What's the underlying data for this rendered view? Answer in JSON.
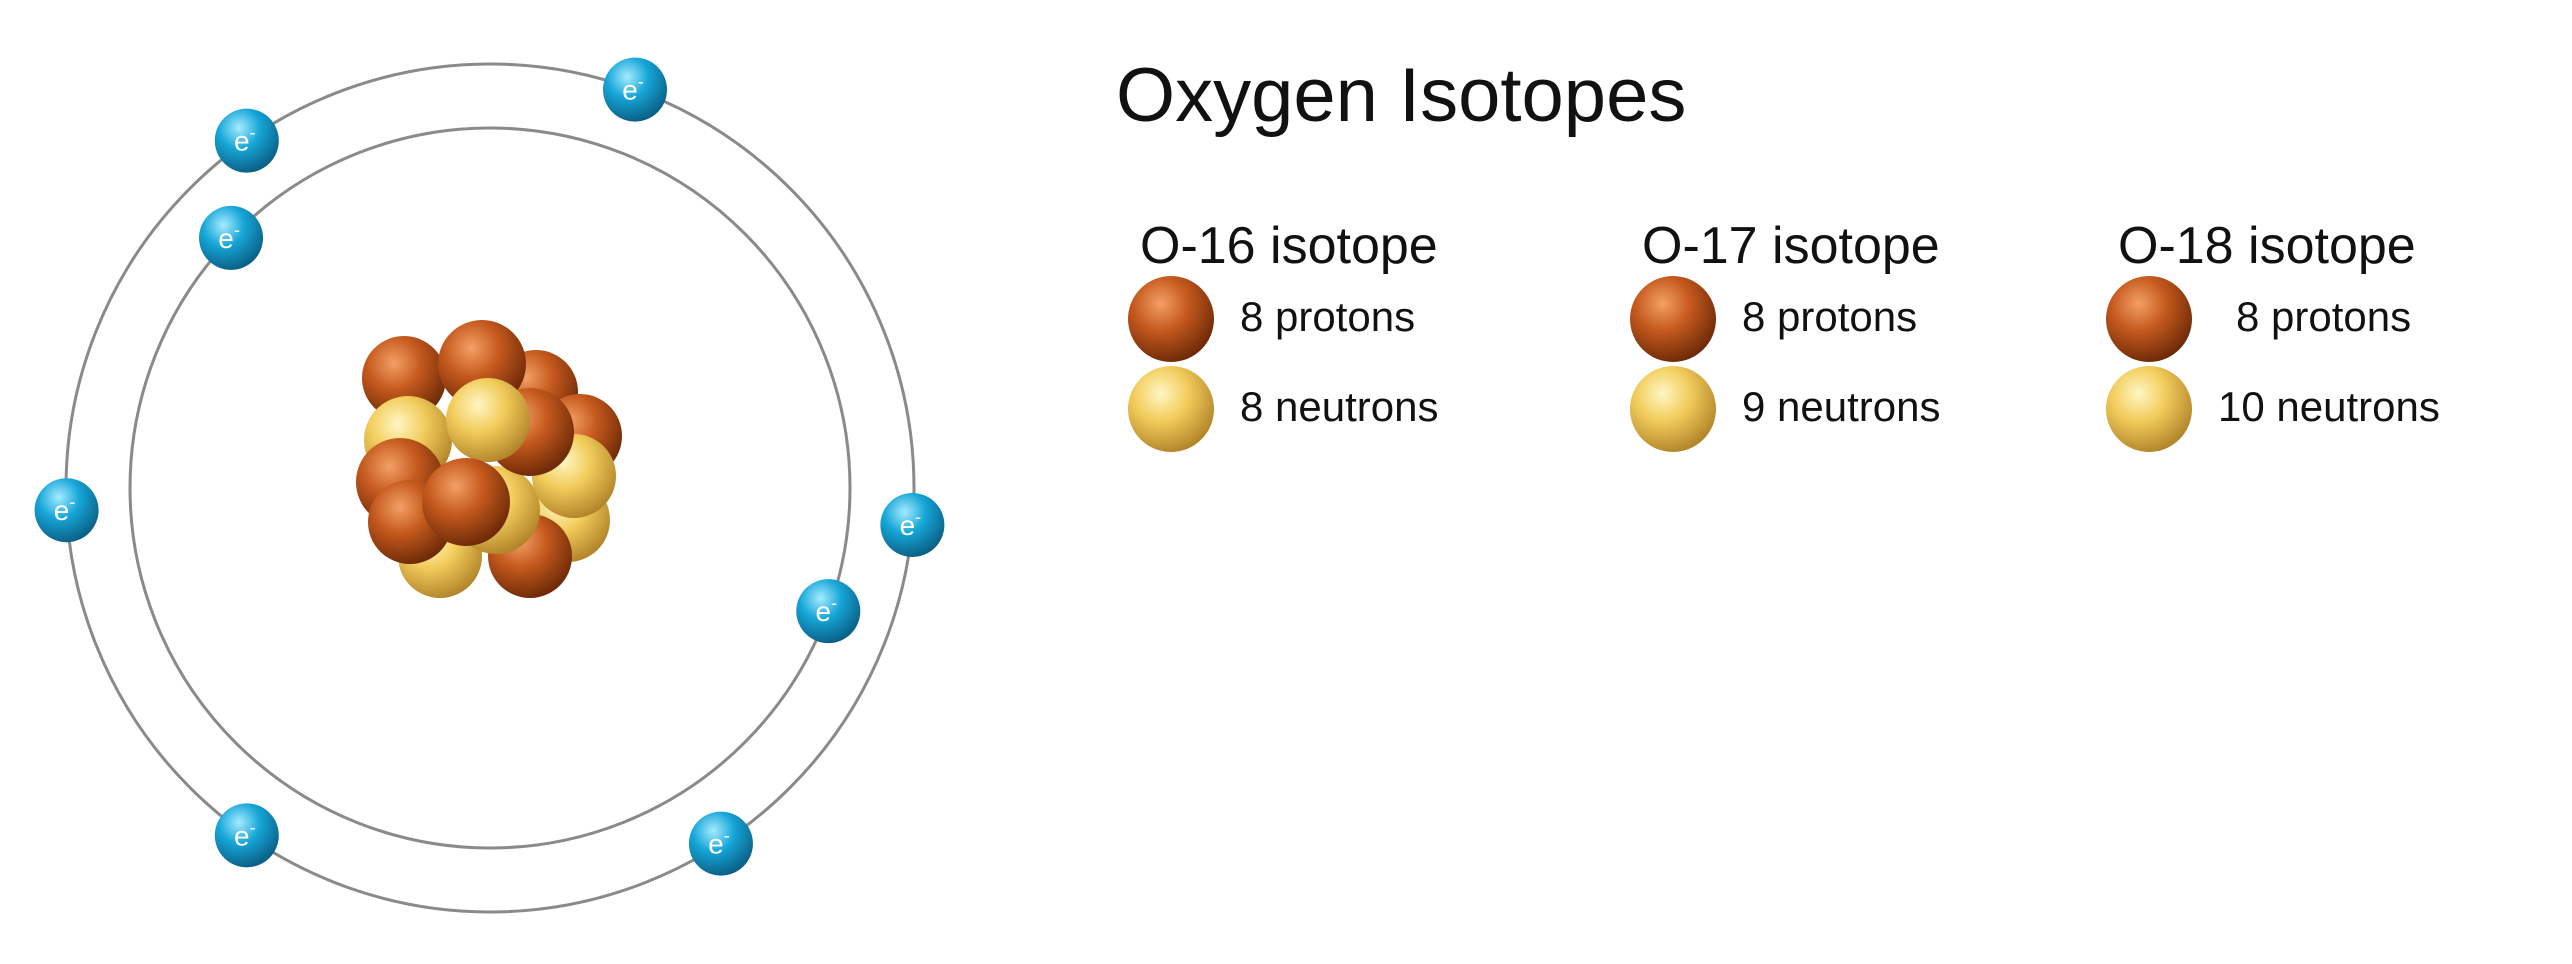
{
  "title": "Oxygen Isotopes",
  "electron_label": "e",
  "electron_charge": "-",
  "isotopes": [
    {
      "name": "O-16 isotope",
      "protons": "8 protons",
      "neutrons": "8 neutrons"
    },
    {
      "name": "O-17 isotope",
      "protons": "8 protons",
      "neutrons": "9 neutrons"
    },
    {
      "name": "O-18 isotope",
      "protons": "8 protons",
      "neutrons": "10 neutrons"
    }
  ],
  "colors": {
    "proton": "#c0521a",
    "neutron": "#f2cd5c",
    "electron": "#16a6d8",
    "orbit": "#8a8a8a"
  },
  "shells": [
    {
      "electrons": 2
    },
    {
      "electrons": 6
    }
  ]
}
